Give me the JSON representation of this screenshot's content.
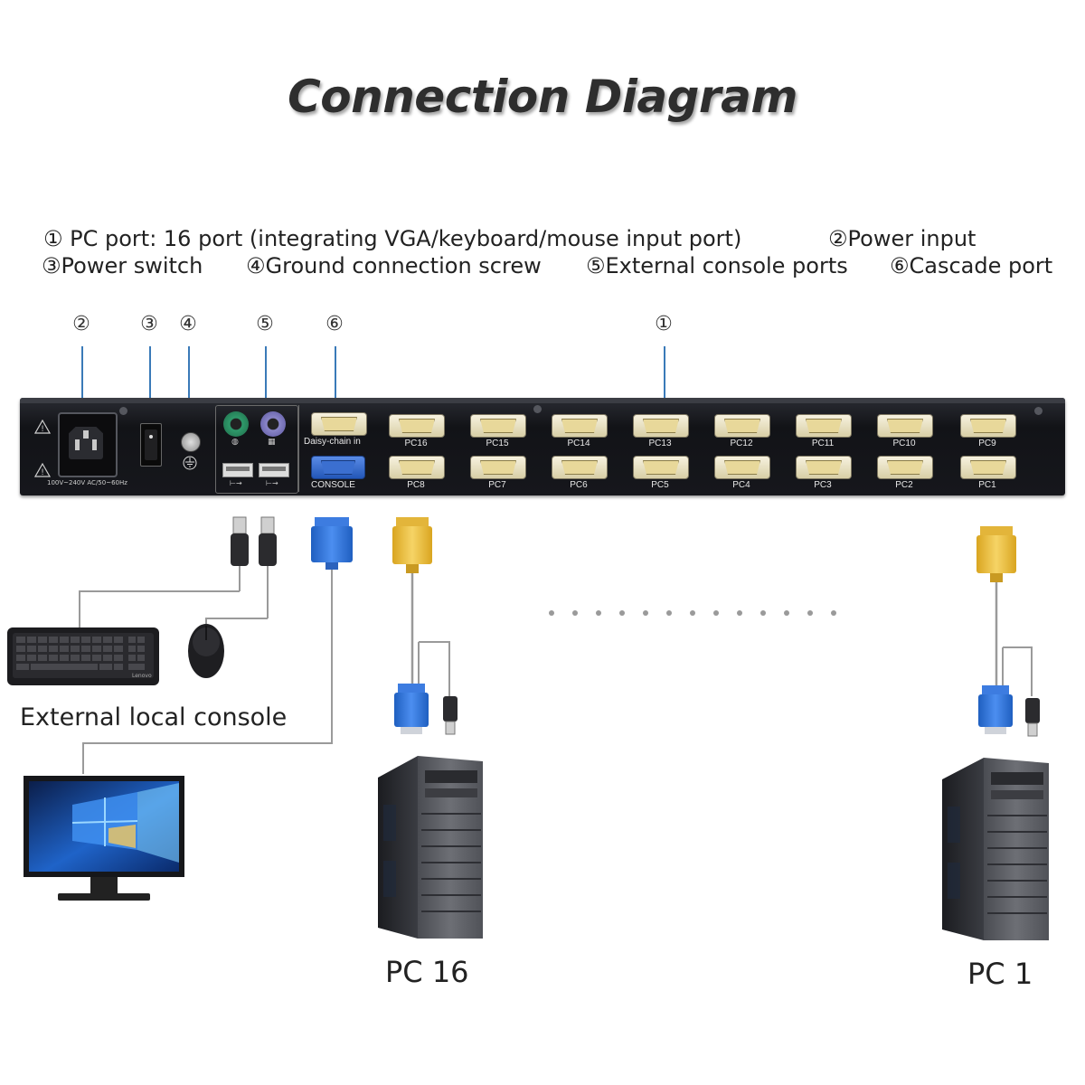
{
  "title": "Connection Diagram",
  "legend": {
    "line1_left": "① PC port: 16 port (integrating VGA/keyboard/mouse input port)",
    "line1_right": "②Power input",
    "line2_a": "③Power switch",
    "line2_b": "④Ground connection screw",
    "line2_c": "⑤External console ports",
    "line2_d": "⑥Cascade port"
  },
  "callouts": [
    "②",
    "③",
    "④",
    "⑤",
    "⑥",
    "①"
  ],
  "device": {
    "power_label": "100V~240V AC/50~60Hz",
    "daisy_chain_label": "Daisy-chain in",
    "console_label": "CONSOLE",
    "top_ports": [
      "PC16",
      "PC15",
      "PC14",
      "PC13",
      "PC12",
      "PC11",
      "PC10",
      "PC9"
    ],
    "bottom_ports": [
      "PC8",
      "PC7",
      "PC6",
      "PC5",
      "PC4",
      "PC3",
      "PC2",
      "PC1"
    ]
  },
  "captions": {
    "console": "External local console",
    "pc16": "PC 16",
    "pc1": "PC 1",
    "keyboard_brand": "Lenovo"
  },
  "colors": {
    "leader": "#3a7ab8",
    "device_body": "#16171c",
    "vga_blue": "#1f6fd1",
    "vga_yellow": "#f0c341",
    "port_cream": "#efe7c6"
  }
}
